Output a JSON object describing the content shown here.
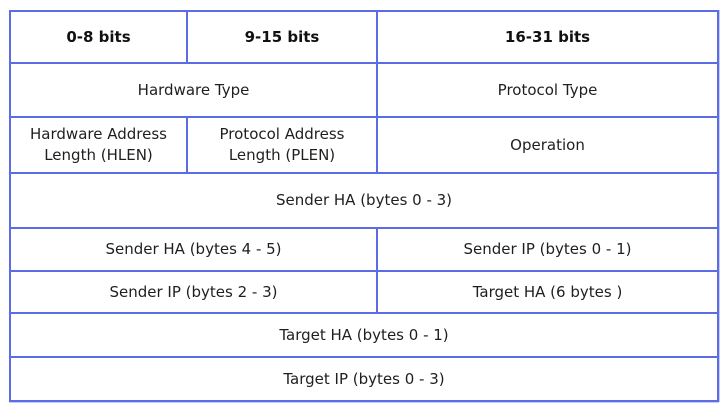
{
  "colors": {
    "border": "#5b6ce4",
    "text": "#1f1f1f",
    "header-text": "#111111",
    "background": "#ffffff"
  },
  "diagram": {
    "type": "packet-structure-table"
  },
  "header": {
    "col1": "0-8 bits",
    "col2": "9-15 bits",
    "col3": "16-31 bits"
  },
  "rows": [
    {
      "cells": [
        {
          "label": "Hardware Type",
          "span": 2
        },
        {
          "label": "Protocol Type",
          "span": 1
        }
      ]
    },
    {
      "cells": [
        {
          "label": "Hardware Address Length (HLEN)",
          "span": 1
        },
        {
          "label": "Protocol Address Length (PLEN)",
          "span": 1
        },
        {
          "label": "Operation",
          "span": 1
        }
      ]
    },
    {
      "cells": [
        {
          "label": "Sender HA (bytes 0 - 3)",
          "span": 3
        }
      ]
    },
    {
      "cells": [
        {
          "label": "Sender HA (bytes 4 - 5)",
          "span": 2
        },
        {
          "label": "Sender IP (bytes 0 - 1)",
          "span": 1
        }
      ]
    },
    {
      "cells": [
        {
          "label": "Sender IP (bytes 2 - 3)",
          "span": 2
        },
        {
          "label": "Target HA (6 bytes )",
          "span": 1
        }
      ]
    },
    {
      "cells": [
        {
          "label": "Target HA (bytes 0 - 1)",
          "span": 3
        }
      ]
    },
    {
      "cells": [
        {
          "label": "Target IP (bytes 0 - 3)",
          "span": 3
        }
      ]
    }
  ]
}
